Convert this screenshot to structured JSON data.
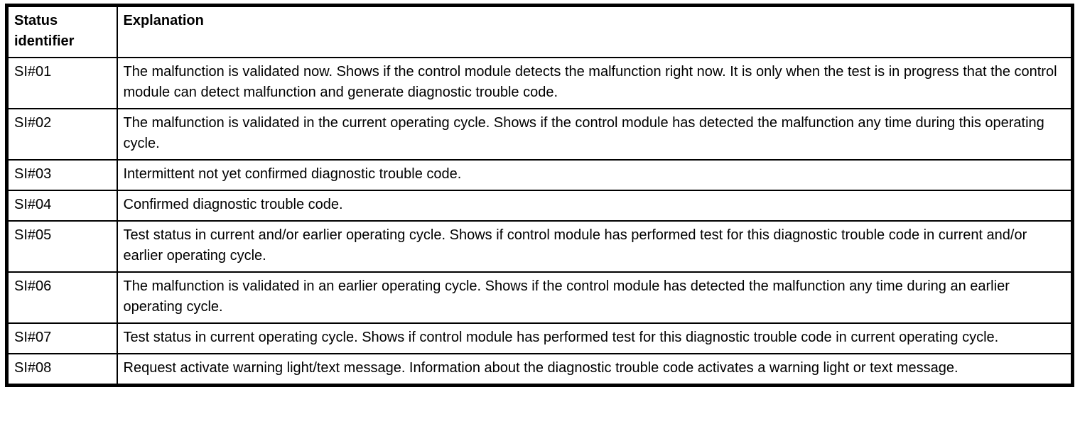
{
  "table": {
    "header": {
      "status_identifier": "Status identifier",
      "explanation": "Explanation"
    },
    "rows": [
      {
        "id": "SI#01",
        "explanation": "The malfunction is validated now. Shows if the control module detects the malfunction right now. It is only when the test is in progress that the control module can detect malfunction and generate diagnostic trouble code."
      },
      {
        "id": "SI#02",
        "explanation": "The malfunction is validated in the current operating cycle. Shows if the control module has detected the malfunction any time during this operating cycle."
      },
      {
        "id": "SI#03",
        "explanation": "Intermittent not yet confirmed diagnostic trouble code."
      },
      {
        "id": "SI#04",
        "explanation": "Confirmed diagnostic trouble code."
      },
      {
        "id": "SI#05",
        "explanation": "Test status in current and/or earlier operating cycle. Shows if control module has performed test for this diagnostic trouble code in current and/or earlier operating cycle."
      },
      {
        "id": "SI#06",
        "explanation": "The malfunction is validated in an earlier operating cycle. Shows if the control module has detected the malfunction any time during an earlier operating cycle."
      },
      {
        "id": "SI#07",
        "explanation": "Test status in current operating cycle. Shows if control module has performed test for this diagnostic trouble code in current operating cycle."
      },
      {
        "id": "SI#08",
        "explanation": "Request activate warning light/text message. Information about the diagnostic trouble code activates a warning light or text message."
      }
    ]
  },
  "colors": {
    "border": "#000000",
    "background": "#ffffff",
    "text": "#000000"
  }
}
